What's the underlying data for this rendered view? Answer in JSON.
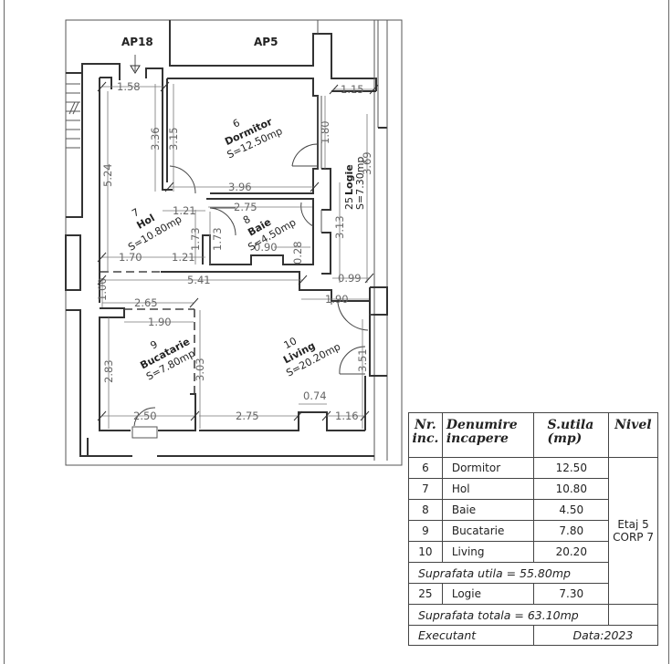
{
  "plan": {
    "neighbors": {
      "ap18": "AP18",
      "ap5": "AP5"
    },
    "rooms": [
      {
        "nr": "6",
        "name": "Dormitor",
        "area": "S=12.50mp"
      },
      {
        "nr": "7",
        "name": "Hol",
        "area": "S=10.80mp"
      },
      {
        "nr": "8",
        "name": "Baie",
        "area": "S=4.50mp"
      },
      {
        "nr": "9",
        "name": "Bucatarie",
        "area": "S=7.80mp"
      },
      {
        "nr": "10",
        "name": "Living",
        "area": "S=20.20mp"
      },
      {
        "nr": "25",
        "name": "Logie",
        "area": "S=7.30mp"
      }
    ],
    "dimensions": {
      "d158": "1.58",
      "d115": "1.15",
      "d336": "3.36",
      "d315": "3.15",
      "d180": "1.80",
      "d524": "5.24",
      "d396": "3.96",
      "d121a": "1.21",
      "d275a": "2.75",
      "d173a": "1.73",
      "d173b": "1.73",
      "d313": "3.13",
      "d369": "3.69",
      "d170": "1.70",
      "d121b": "1.21",
      "d090": "0.90",
      "d028": "0.28",
      "d541": "5.41",
      "d099": "0.99",
      "d100": "1.00",
      "d265": "2.65",
      "d190a": "1.90",
      "d190b": "1.90",
      "d283": "2.83",
      "d303": "3.03",
      "d351": "3.51",
      "d074": "0.74",
      "d250": "2.50",
      "d275b": "2.75",
      "d116": "1.16"
    }
  },
  "table": {
    "headers": {
      "nr": [
        "Nr.",
        "inc."
      ],
      "name": [
        "Denumire",
        "incapere"
      ],
      "area": [
        "S.utila",
        "(mp)"
      ],
      "level": "Nivel"
    },
    "rows": [
      {
        "nr": "6",
        "name": "Dormitor",
        "area": "12.50"
      },
      {
        "nr": "7",
        "name": "Hol",
        "area": "10.80"
      },
      {
        "nr": "8",
        "name": "Baie",
        "area": "4.50"
      },
      {
        "nr": "9",
        "name": "Bucatarie",
        "area": "7.80"
      },
      {
        "nr": "10",
        "name": "Living",
        "area": "20.20"
      }
    ],
    "level": [
      "Etaj 5",
      "CORP 7"
    ],
    "usable_total": "Suprafata utila  =  55.80mp",
    "logia": {
      "nr": "25",
      "name": "Logie",
      "area": "7.30"
    },
    "grand_total": "Suprafata totala  =  63.10mp",
    "executant": "Executant",
    "date": "Data:2023"
  }
}
